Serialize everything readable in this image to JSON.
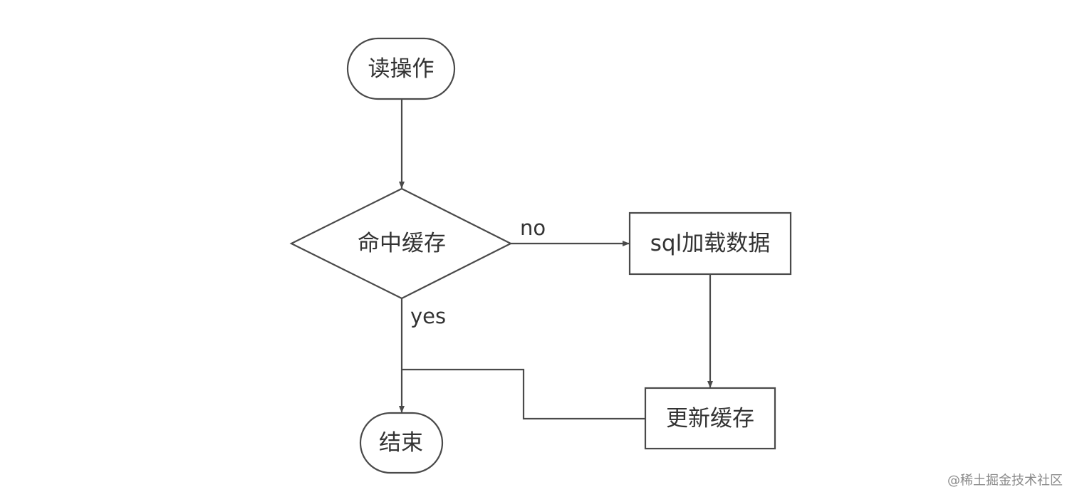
{
  "diagram": {
    "nodes": {
      "start": {
        "label": "读操作"
      },
      "decision": {
        "label": "命中缓存"
      },
      "load": {
        "label": "sql加载数据"
      },
      "update": {
        "label": "更新缓存"
      },
      "end": {
        "label": "结束"
      }
    },
    "edges": {
      "no": {
        "label": "no"
      },
      "yes": {
        "label": "yes"
      }
    }
  },
  "watermark": {
    "text": "@稀土掘金技术社区"
  },
  "colors": {
    "stroke": "#4a4a4a",
    "text": "#333333",
    "background": "#ffffff",
    "watermark": "#8a8a8a"
  }
}
